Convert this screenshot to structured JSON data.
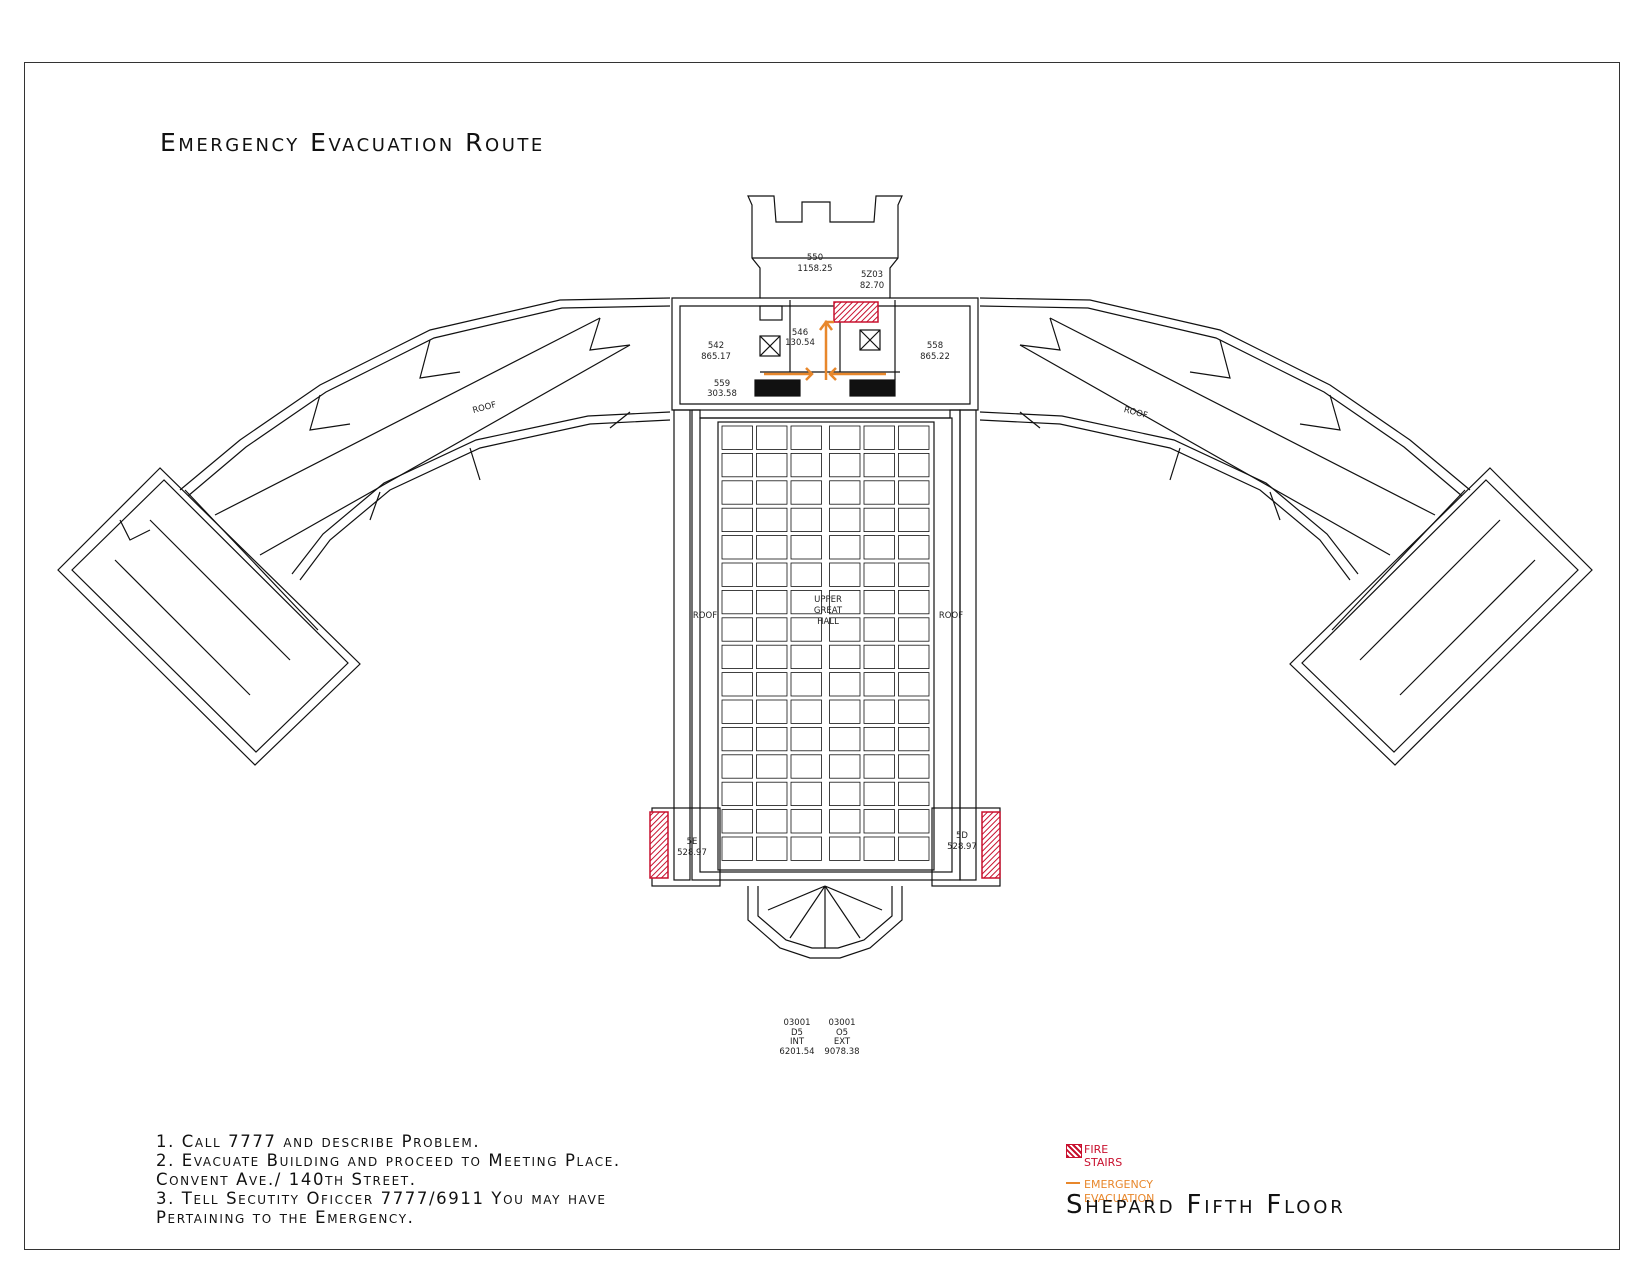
{
  "title": "Emergency Evacuation Route",
  "floor_name": "Shepard Fifth Floor",
  "instructions": [
    "1. Call 7777 and describe Problem.",
    "2. Evacuate Building and proceed to Meeting Place.",
    "Convent Ave./ 140th Street.",
    "3. Tell Secutity Oficcer 7777/6911 You may have",
    "Pertaining to the Emergency."
  ],
  "legend": {
    "fire_stairs": "FIRE STAIRS",
    "evacuation": "EMERGENCY EVACUATION",
    "fire_color": "#c8102e",
    "evacuation_color": "#e8872b"
  },
  "labels": {
    "roof": "ROOF",
    "hall_1": "UPPER",
    "hall_2": "GREAT",
    "hall_3": "HALL",
    "r550": "550",
    "r550a": "1158.25",
    "r5z03": "5Z03",
    "r5z03a": "82.70",
    "r542": "542",
    "r542a": "865.17",
    "r558": "558",
    "r558a": "865.22",
    "r559": "559",
    "r559a": "303.58",
    "r546": "546",
    "r546a": "130.54",
    "r5e": "5E",
    "r5ea": "528.97",
    "r5d": "5D",
    "r5da": "528.97",
    "int1": "03001",
    "int2": "D5",
    "int3": "INT",
    "int4": "6201.54",
    "ext1": "03001",
    "ext2": "O5",
    "ext3": "EXT",
    "ext4": "9078.38"
  }
}
